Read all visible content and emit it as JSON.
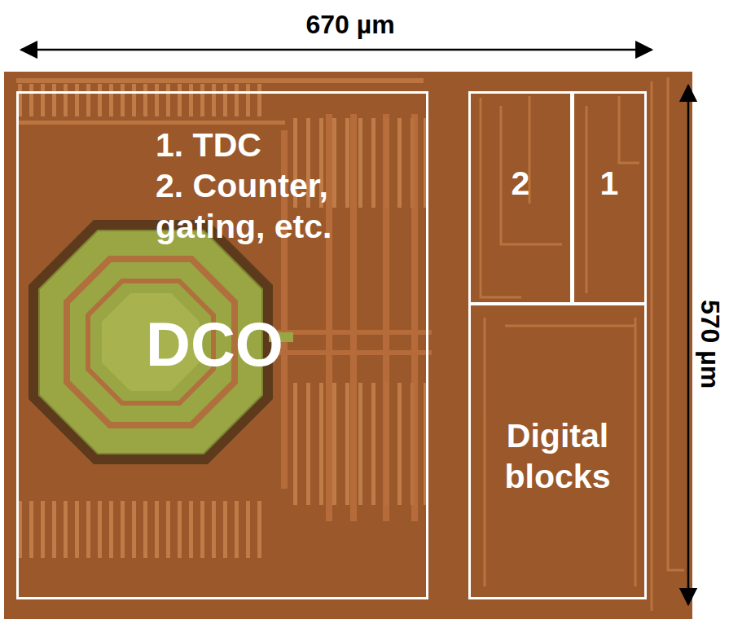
{
  "diagram": {
    "nodes": [
      {
        "text": [
          "1. TDC",
          "2. Counter, gating, etc.",
          "DCO"
        ]
      },
      {
        "text": [
          "2"
        ]
      },
      {
        "text": [
          "1"
        ]
      },
      {
        "text": [
          "Digital blocks"
        ]
      }
    ],
    "labels": [
      "670 µm",
      "570 µm"
    ]
  }
}
